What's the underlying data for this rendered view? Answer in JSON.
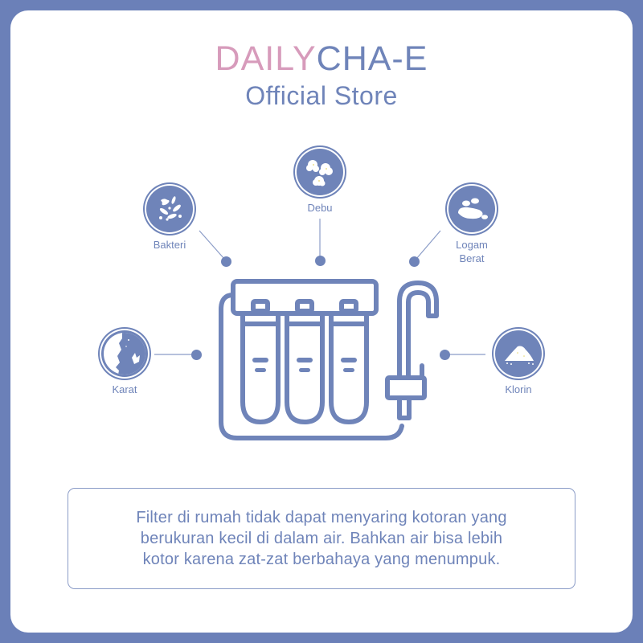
{
  "header": {
    "brand_part1": "DAILY",
    "brand_part2": "CHA-E",
    "subtitle": "Official Store"
  },
  "contaminants": [
    {
      "label": "Bakteri",
      "icon": "bacteria-icon"
    },
    {
      "label": "Debu",
      "icon": "dust-icon"
    },
    {
      "label_line1": "Logam",
      "label_line2": "Berat",
      "icon": "heavy-metal-icon"
    },
    {
      "label": "Karat",
      "icon": "rust-icon"
    },
    {
      "label": "Klorin",
      "icon": "chlorine-icon"
    }
  ],
  "illustration": {
    "name": "water-filter-with-faucet",
    "filter_count": 3
  },
  "info": {
    "line1": "Filter di rumah tidak dapat menyaring kotoran yang",
    "line2": "berukuran kecil di dalam air. Bahkan air bisa lebih",
    "line3": "kotor karena zat-zat berbahaya yang menumpuk."
  },
  "colors": {
    "background": "#6b80b8",
    "accent_blue": "#6f84b9",
    "accent_pink": "#d79bbb",
    "card": "#ffffff"
  }
}
